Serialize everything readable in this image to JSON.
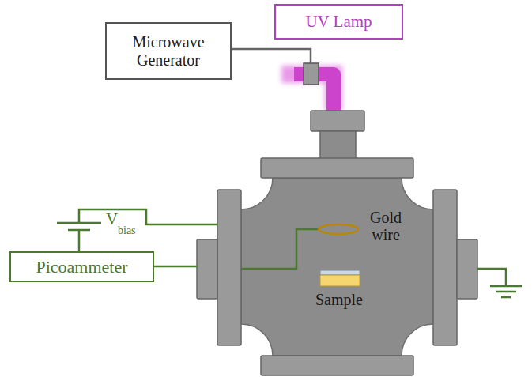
{
  "diagram": {
    "nodes": [
      {
        "text": [
          "Microwave Generator"
        ]
      },
      {
        "text": [
          "UV Lamp"
        ]
      },
      {
        "text": [
          "Picoammeter"
        ]
      }
    ],
    "labels": [
      "V",
      "bias",
      "Gold wire",
      "Sample"
    ]
  }
}
